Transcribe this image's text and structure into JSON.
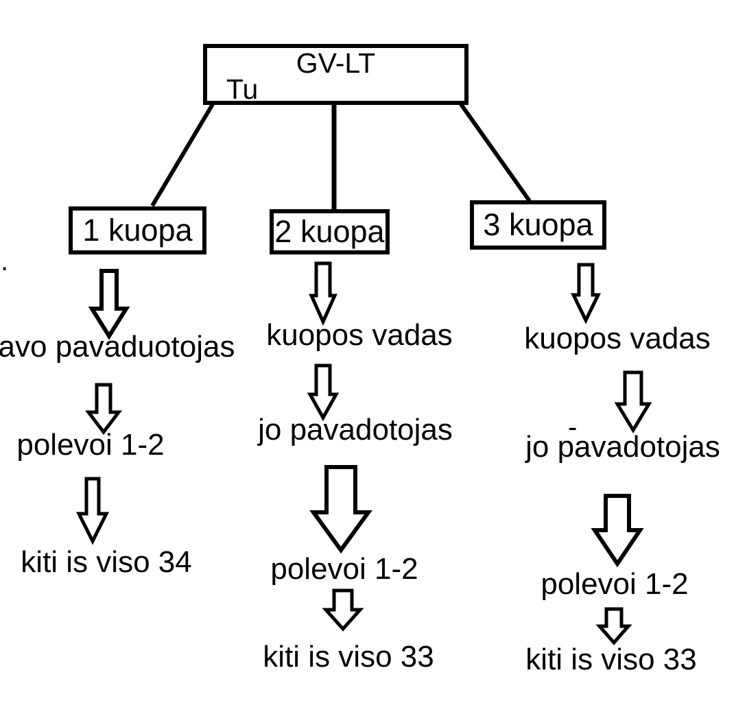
{
  "diagram": {
    "root": {
      "title": "GV-LT",
      "subtitle": "Tu"
    },
    "branches": [
      {
        "box_label": "1 kuopa",
        "levels": [
          "avo pavaduotojas",
          "polevoi 1-2",
          "kiti is viso 34"
        ]
      },
      {
        "box_label": "2 kuopa",
        "levels": [
          "kuopos vadas",
          "jo pavadotojas",
          "polevoi 1-2",
          "kiti is viso 33"
        ]
      },
      {
        "box_label": "3 kuopa",
        "levels": [
          "kuopos vadas",
          "jo pavadotojas",
          "polevoi 1-2",
          "kiti is viso 33"
        ]
      }
    ],
    "stray_marks": {
      "dot": ".",
      "dash": "-"
    },
    "colors": {
      "line": "#000000",
      "background": "#ffffff"
    }
  }
}
